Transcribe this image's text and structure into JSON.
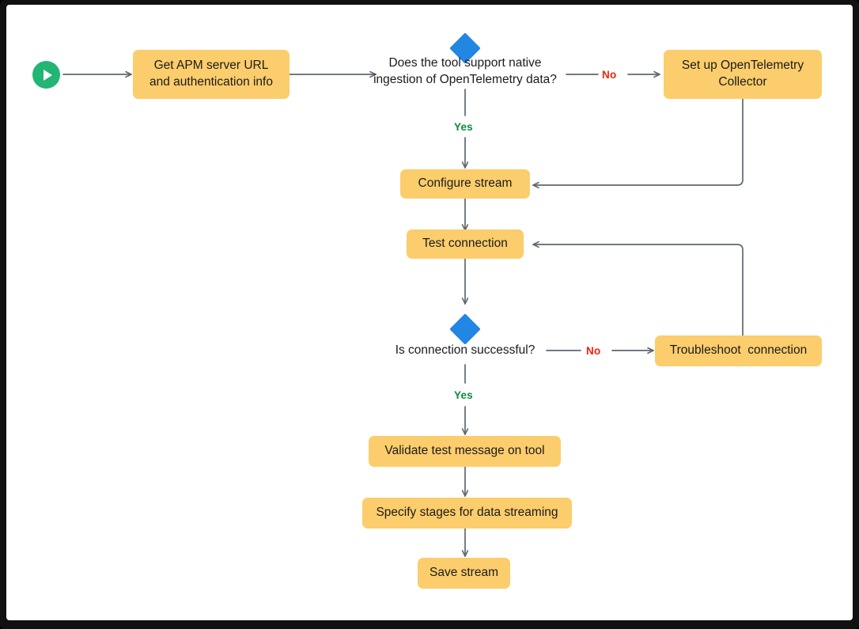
{
  "diagram": {
    "title": "APM data streaming setup flowchart",
    "type": "flowchart",
    "colors": {
      "process_fill": "#FCCD6C",
      "decision_fill": "#2286E3",
      "start_fill": "#22B573",
      "edge_stroke": "#5F6771",
      "yes_label": "#0E8A3E",
      "no_label": "#EE2211",
      "canvas": "#ffffff",
      "frame": "#111111"
    },
    "start": {
      "icon": "play-icon",
      "label": ""
    },
    "nodes": [
      {
        "id": "get-apm-info",
        "shape": "process",
        "label": "Get APM server URL\nand authentication info"
      },
      {
        "id": "supports-otel",
        "shape": "decision",
        "label": "Does the tool support native\ningestion of OpenTelemetry data?"
      },
      {
        "id": "setup-otel-collector",
        "shape": "process",
        "label": "Set up OpenTelemetry\nCollector"
      },
      {
        "id": "configure-stream",
        "shape": "process",
        "label": "Configure stream"
      },
      {
        "id": "test-connection",
        "shape": "process",
        "label": "Test connection"
      },
      {
        "id": "connection-success",
        "shape": "decision",
        "label": "Is connection successful?"
      },
      {
        "id": "troubleshoot",
        "shape": "process",
        "label": "Troubleshoot  connection"
      },
      {
        "id": "validate-test-msg",
        "shape": "process",
        "label": "Validate test message on tool"
      },
      {
        "id": "specify-stages",
        "shape": "process",
        "label": "Specify stages for data streaming"
      },
      {
        "id": "save-stream",
        "shape": "process",
        "label": "Save stream"
      }
    ],
    "edge_labels": {
      "otel_no": "No",
      "otel_yes": "Yes",
      "conn_no": "No",
      "conn_yes": "Yes"
    },
    "edges": [
      {
        "from": "start",
        "to": "get-apm-info",
        "label": ""
      },
      {
        "from": "get-apm-info",
        "to": "supports-otel",
        "label": ""
      },
      {
        "from": "supports-otel",
        "to": "setup-otel-collector",
        "label": "No"
      },
      {
        "from": "supports-otel",
        "to": "configure-stream",
        "label": "Yes"
      },
      {
        "from": "setup-otel-collector",
        "to": "configure-stream",
        "label": ""
      },
      {
        "from": "configure-stream",
        "to": "test-connection",
        "label": ""
      },
      {
        "from": "test-connection",
        "to": "connection-success",
        "label": ""
      },
      {
        "from": "connection-success",
        "to": "troubleshoot",
        "label": "No"
      },
      {
        "from": "connection-success",
        "to": "validate-test-msg",
        "label": "Yes"
      },
      {
        "from": "troubleshoot",
        "to": "test-connection",
        "label": ""
      },
      {
        "from": "validate-test-msg",
        "to": "specify-stages",
        "label": ""
      },
      {
        "from": "specify-stages",
        "to": "save-stream",
        "label": ""
      }
    ]
  }
}
